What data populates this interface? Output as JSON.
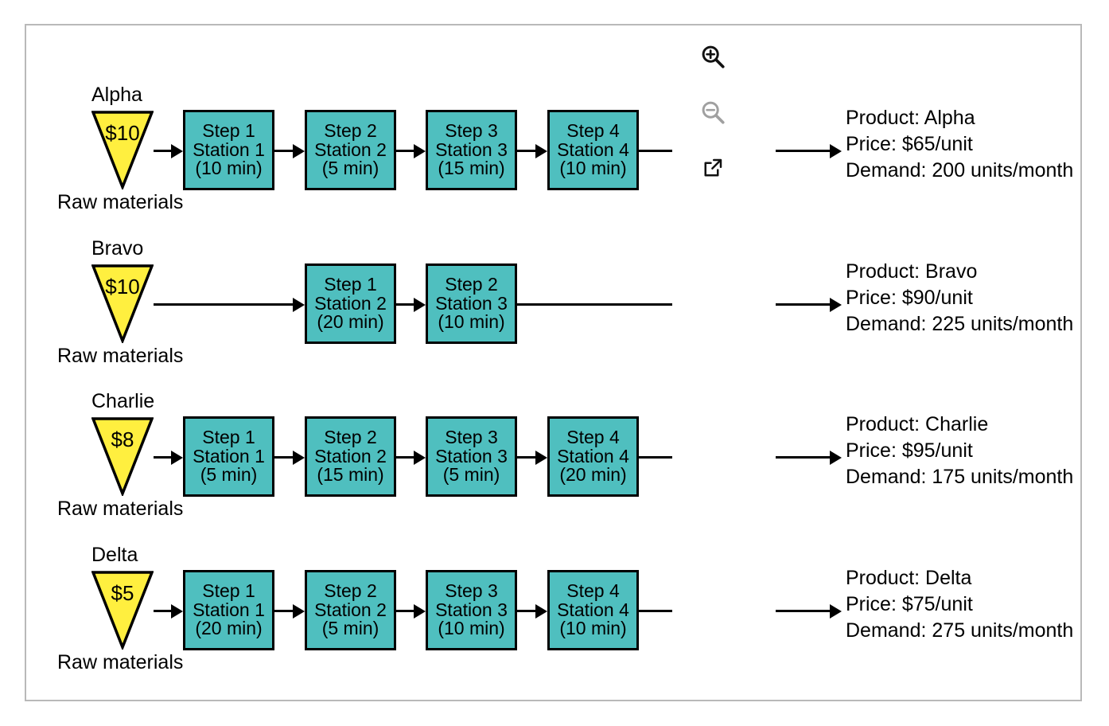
{
  "frame": {
    "border_color": "#b9b9b9"
  },
  "colors": {
    "process_fill": "#4fbfbf",
    "raw_material_fill": "#ffef3f",
    "stroke": "#000000",
    "frame": "#b9b9b9",
    "icon_active": "#111111",
    "icon_disabled": "#a0a0a0"
  },
  "toolbar": {
    "zoom_in_label": "Zoom in",
    "zoom_out_label": "Zoom out",
    "open_new_label": "Open in new window"
  },
  "diagram": {
    "raw_material_caption": "Raw materials",
    "products": [
      {
        "name": "Alpha",
        "material_cost": "$10",
        "steps": [
          {
            "step": "Step 1",
            "station": "Station 1",
            "time": "(10 min)",
            "column": 1
          },
          {
            "step": "Step 2",
            "station": "Station 2",
            "time": "(5 min)",
            "column": 2
          },
          {
            "step": "Step 3",
            "station": "Station 3",
            "time": "(15 min)",
            "column": 3
          },
          {
            "step": "Step 4",
            "station": "Station 4",
            "time": "(10 min)",
            "column": 4
          }
        ],
        "info": {
          "product": "Product: Alpha",
          "price": "Price: $65/unit",
          "demand": "Demand: 200 units/month"
        }
      },
      {
        "name": "Bravo",
        "material_cost": "$10",
        "steps": [
          {
            "step": "Step 1",
            "station": "Station 2",
            "time": "(20 min)",
            "column": 2
          },
          {
            "step": "Step 2",
            "station": "Station 3",
            "time": "(10 min)",
            "column": 3
          }
        ],
        "info": {
          "product": "Product: Bravo",
          "price": "Price: $90/unit",
          "demand": "Demand: 225 units/month"
        }
      },
      {
        "name": "Charlie",
        "material_cost": "$8",
        "steps": [
          {
            "step": "Step 1",
            "station": "Station 1",
            "time": "(5 min)",
            "column": 1
          },
          {
            "step": "Step 2",
            "station": "Station 2",
            "time": "(15 min)",
            "column": 2
          },
          {
            "step": "Step 3",
            "station": "Station 3",
            "time": "(5 min)",
            "column": 3
          },
          {
            "step": "Step 4",
            "station": "Station 4",
            "time": "(20 min)",
            "column": 4
          }
        ],
        "info": {
          "product": "Product: Charlie",
          "price": "Price: $95/unit",
          "demand": "Demand: 175 units/month"
        }
      },
      {
        "name": "Delta",
        "material_cost": "$5",
        "steps": [
          {
            "step": "Step 1",
            "station": "Station 1",
            "time": "(20 min)",
            "column": 1
          },
          {
            "step": "Step 2",
            "station": "Station 2",
            "time": "(5 min)",
            "column": 2
          },
          {
            "step": "Step 3",
            "station": "Station 3",
            "time": "(10 min)",
            "column": 3
          },
          {
            "step": "Step 4",
            "station": "Station 4",
            "time": "(10 min)",
            "column": 4
          }
        ],
        "info": {
          "product": "Product: Delta",
          "price": "Price: $75/unit",
          "demand": "Demand: 275 units/month"
        }
      }
    ]
  }
}
